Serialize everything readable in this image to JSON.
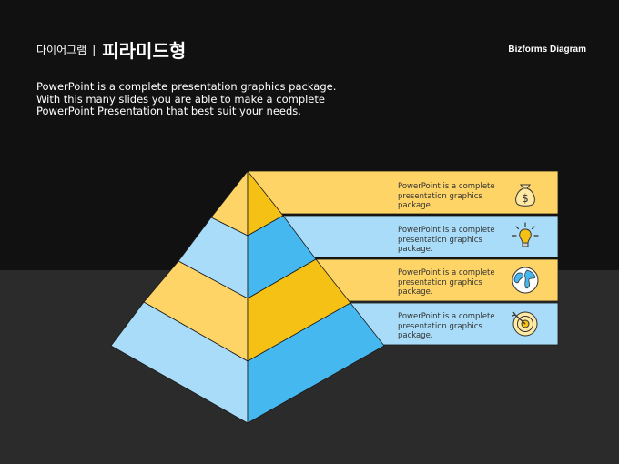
{
  "header": {
    "kicker": "다이어그램",
    "separator": "|",
    "title": "피라미드형",
    "brand": "Bizforms Diagram"
  },
  "description": "PowerPoint is a complete presentation graphics package. With this many slides you are able to make a complete PowerPoint Presentation that best suit your needs.",
  "pyramid": {
    "levels": [
      {
        "text": "PowerPoint is a complete presentation graphics package.",
        "icon": "money-bag-icon",
        "color": "#ffd466"
      },
      {
        "text": "PowerPoint is a complete presentation graphics package.",
        "icon": "lightbulb-icon",
        "color": "#a8dcf8"
      },
      {
        "text": "PowerPoint is a complete presentation graphics package.",
        "icon": "globe-icon",
        "color": "#ffd466"
      },
      {
        "text": "PowerPoint is a complete presentation graphics package.",
        "icon": "target-icon",
        "color": "#a8dcf8"
      }
    ]
  },
  "colors": {
    "yellow_light": "#ffd466",
    "yellow_dark": "#f5c115",
    "blue_light": "#a8dcf8",
    "blue_dark": "#45b8ef",
    "background_top": "#111111",
    "background_bottom": "#2b2b2b"
  }
}
